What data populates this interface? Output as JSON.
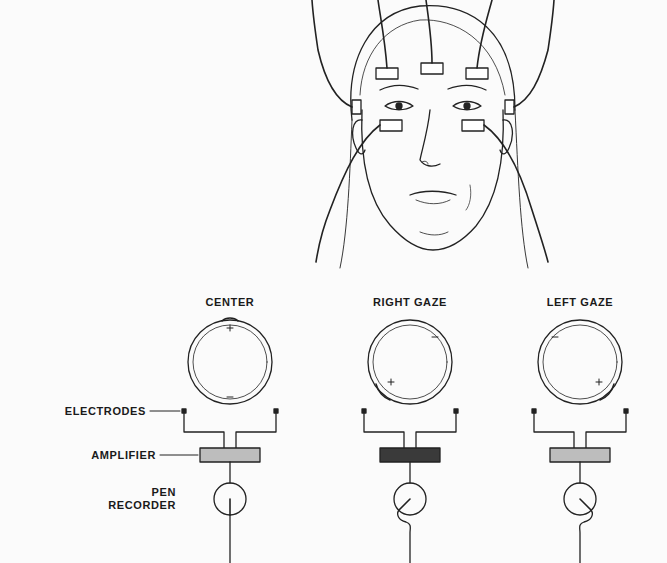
{
  "diagram": {
    "labels": [
      "CENTER",
      "RIGHT GAZE",
      "LEFT GAZE",
      "ELECTRODES",
      "AMPLIFIER",
      "PEN RECORDER"
    ]
  }
}
